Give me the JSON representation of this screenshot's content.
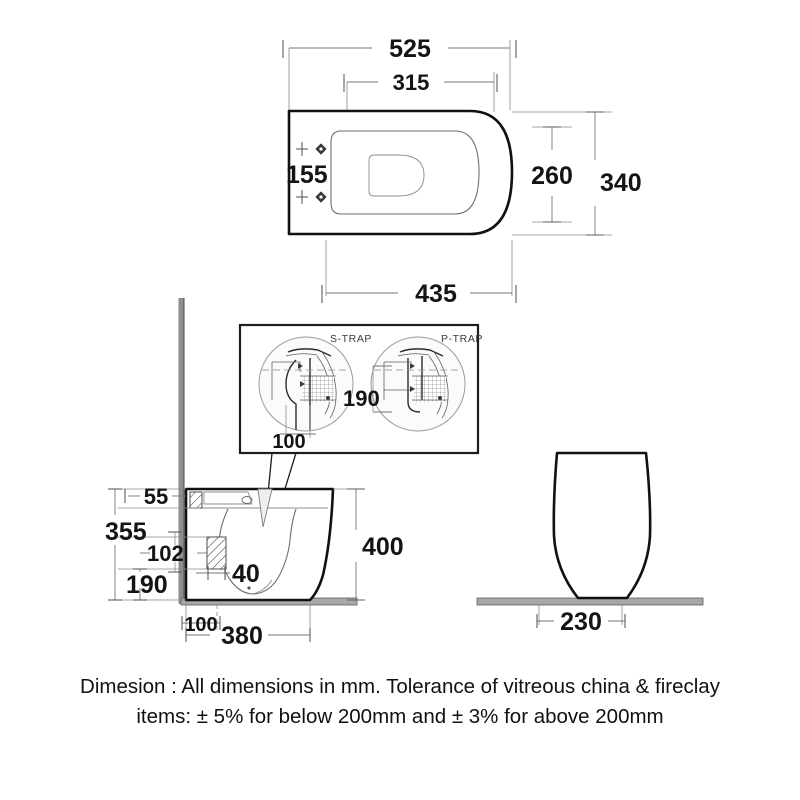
{
  "document": {
    "type": "technical-dimension-drawing",
    "product": "wall-hung / back-to-wall WC pan",
    "units": "mm"
  },
  "views": {
    "top": {
      "name": "Top view",
      "dimensions": {
        "overall_length": "525",
        "inner_length": "315",
        "bolt_spacing": "155",
        "front_width": "435",
        "seat_width": "260",
        "overall_width": "340"
      }
    },
    "side": {
      "name": "Side section view",
      "dimensions": {
        "top_offset": "55",
        "total_height_from_floor": "355",
        "fixing_offset": "102",
        "lower_height": "190",
        "fixing_width": "40",
        "pan_height": "400",
        "outlet_offset": "100",
        "pan_depth": "380"
      }
    },
    "front": {
      "name": "Front view",
      "dimensions": {
        "base_width": "230"
      }
    }
  },
  "trap_detail": {
    "labels": {
      "s_trap": "S-TRAP",
      "p_trap": "P-TRAP"
    },
    "dimensions": {
      "s_trap_outlet": "100",
      "p_trap_height": "190"
    }
  },
  "caption": {
    "line1": "Dimesion : All dimensions in mm. Tolerance of vitreous china & fireclay",
    "line2": "items: ± 5% for below 200mm and ± 3% for above 200mm"
  },
  "colors": {
    "outline": "#111111",
    "dimension_line": "#767676",
    "wall": "#8e8e8e",
    "floor": "#a8a8a8",
    "text": "#111111"
  }
}
